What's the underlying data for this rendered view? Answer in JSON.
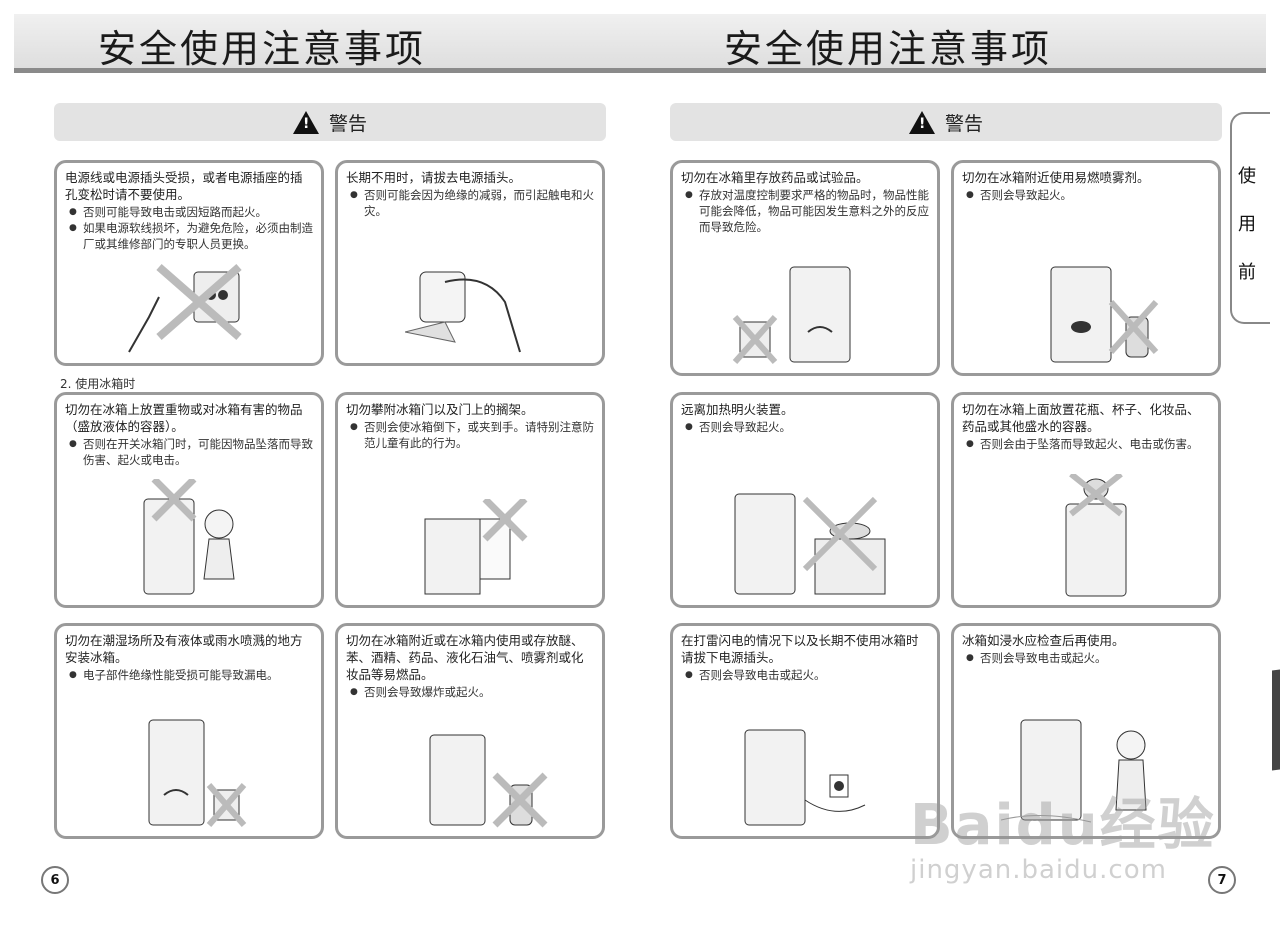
{
  "header": {
    "left_title": "安全使用注意事项",
    "right_title": "安全使用注意事项"
  },
  "warning": {
    "left_label": "警告",
    "right_label": "警告"
  },
  "section_label": "2. 使用冰箱时",
  "side_tab": [
    "使",
    "用",
    "前"
  ],
  "cards": [
    {
      "head": "电源线或电源插头受损，或者电源插座的插孔变松时请不要使用。",
      "bullets": [
        "否则可能导致电击或因短路而起火。",
        "如果电源软线损坏，为避免危险，必须由制造厂或其维修部门的专职人员更换。"
      ]
    },
    {
      "head": "长期不用时，请拔去电源插头。",
      "bullets": [
        "否则可能会因为绝缘的减弱，而引起触电和火灾。"
      ]
    },
    {
      "head": "切勿在冰箱上放置重物或对冰箱有害的物品（盛放液体的容器）。",
      "bullets": [
        "否则在开关冰箱门时，可能因物品坠落而导致伤害、起火或电击。"
      ]
    },
    {
      "head": "切勿攀附冰箱门以及门上的搁架。",
      "bullets": [
        "否则会使冰箱倒下，或夹到手。请特别注意防范儿童有此的行为。"
      ]
    },
    {
      "head": "切勿在潮湿场所及有液体或雨水喷溅的地方安装冰箱。",
      "bullets": [
        "电子部件绝缘性能受损可能导致漏电。"
      ]
    },
    {
      "head": "切勿在冰箱附近或在冰箱内使用或存放醚、苯、酒精、药品、液化石油气、喷雾剂或化妆品等易燃品。",
      "bullets": [
        "否则会导致爆炸或起火。"
      ]
    },
    {
      "head": "切勿在冰箱里存放药品或试验品。",
      "bullets": [
        "存放对温度控制要求严格的物品时，物品性能可能会降低，物品可能因发生意料之外的反应而导致危险。"
      ]
    },
    {
      "head": "切勿在冰箱附近使用易燃喷雾剂。",
      "bullets": [
        "否则会导致起火。"
      ]
    },
    {
      "head": "远离加热明火装置。",
      "bullets": [
        "否则会导致起火。"
      ]
    },
    {
      "head": "切勿在冰箱上面放置花瓶、杯子、化妆品、药品或其他盛水的容器。",
      "bullets": [
        "否则会由于坠落而导致起火、电击或伤害。"
      ]
    },
    {
      "head": "在打雷闪电的情况下以及长期不使用冰箱时请拔下电源插头。",
      "bullets": [
        "否则会导致电击或起火。"
      ]
    },
    {
      "head": "冰箱如浸水应检查后再使用。",
      "bullets": [
        "否则会导致电击或起火。"
      ]
    }
  ],
  "page_numbers": {
    "left": "6",
    "right": "7"
  },
  "watermark": {
    "line1": "Baidu经验",
    "line2": "jingyan.baidu.com"
  }
}
